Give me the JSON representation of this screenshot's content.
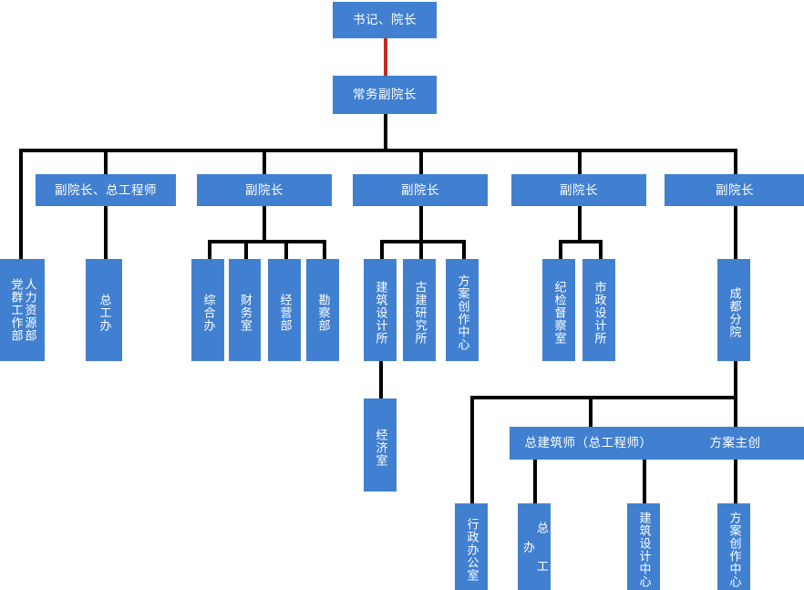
{
  "chart_data": {
    "type": "diagram",
    "title": "组织架构图",
    "node_fill": "#4180d0",
    "node_text_color": "#ffffff",
    "connector_color": "#000000",
    "highlight_connector_color": "#bf2d22",
    "levels": [
      {
        "level": 1,
        "nodes": [
          "书记、院长"
        ]
      },
      {
        "level": 2,
        "nodes": [
          "常务副院长"
        ]
      },
      {
        "level": 3,
        "nodes": [
          "副院长、总工程师",
          "副院长",
          "副院长",
          "副院长",
          "副院长"
        ]
      },
      {
        "level": 4,
        "nodes": [
          "党群工作部",
          "人力资源部",
          "总工办",
          "综合办",
          "财务室",
          "经营部",
          "勘察部",
          "建筑设计所",
          "古建研究所",
          "方案创作中心",
          "纪检督察室",
          "市政设计所",
          "成都分院"
        ]
      },
      {
        "level": 5,
        "nodes": [
          "经济室",
          "总建筑师（总工程师）",
          "方案主创",
          "行政办公室"
        ]
      },
      {
        "level": 6,
        "nodes": [
          "总 工 办",
          "建筑设计中心",
          "方案创作中心"
        ]
      }
    ]
  },
  "nodes": {
    "root": {
      "label": "书记、院长"
    },
    "deputy_exec": {
      "label": "常务副院长"
    },
    "vp_chief_engineer": {
      "label": "副院长、总工程师"
    },
    "vp2": {
      "label": "副院长"
    },
    "vp3": {
      "label": "副院长"
    },
    "vp4": {
      "label": "副院长"
    },
    "vp5": {
      "label": "副院长"
    },
    "party_work_dept": {
      "label": "党群工作部"
    },
    "hr_dept": {
      "label": "人力资源部"
    },
    "chief_engineer_office": {
      "label": "总工办"
    },
    "general_office": {
      "label": "综合办"
    },
    "finance_office": {
      "label": "财务室"
    },
    "operations_dept": {
      "label": "经营部"
    },
    "survey_dept": {
      "label": "勘察部"
    },
    "arch_design_institute": {
      "label": "建筑设计所"
    },
    "ancient_arch_institute": {
      "label": "古建研究所"
    },
    "scheme_creation_center": {
      "label": "方案创作中心"
    },
    "discipline_inspection_office": {
      "label": "纪检督察室"
    },
    "municipal_design_institute": {
      "label": "市政设计所"
    },
    "chengdu_branch": {
      "label": "成都分院"
    },
    "economics_office": {
      "label": "经济室"
    },
    "chief_architect": {
      "label": "总建筑师（总工程师）"
    },
    "scheme_lead": {
      "label": "方案主创"
    },
    "admin_office": {
      "label": "行政办公室"
    },
    "branch_chief_engineer_office": {
      "label": "总 工 办"
    },
    "arch_design_center": {
      "label": "建筑设计中心"
    },
    "branch_scheme_creation_center": {
      "label": "方案创作中心"
    }
  }
}
